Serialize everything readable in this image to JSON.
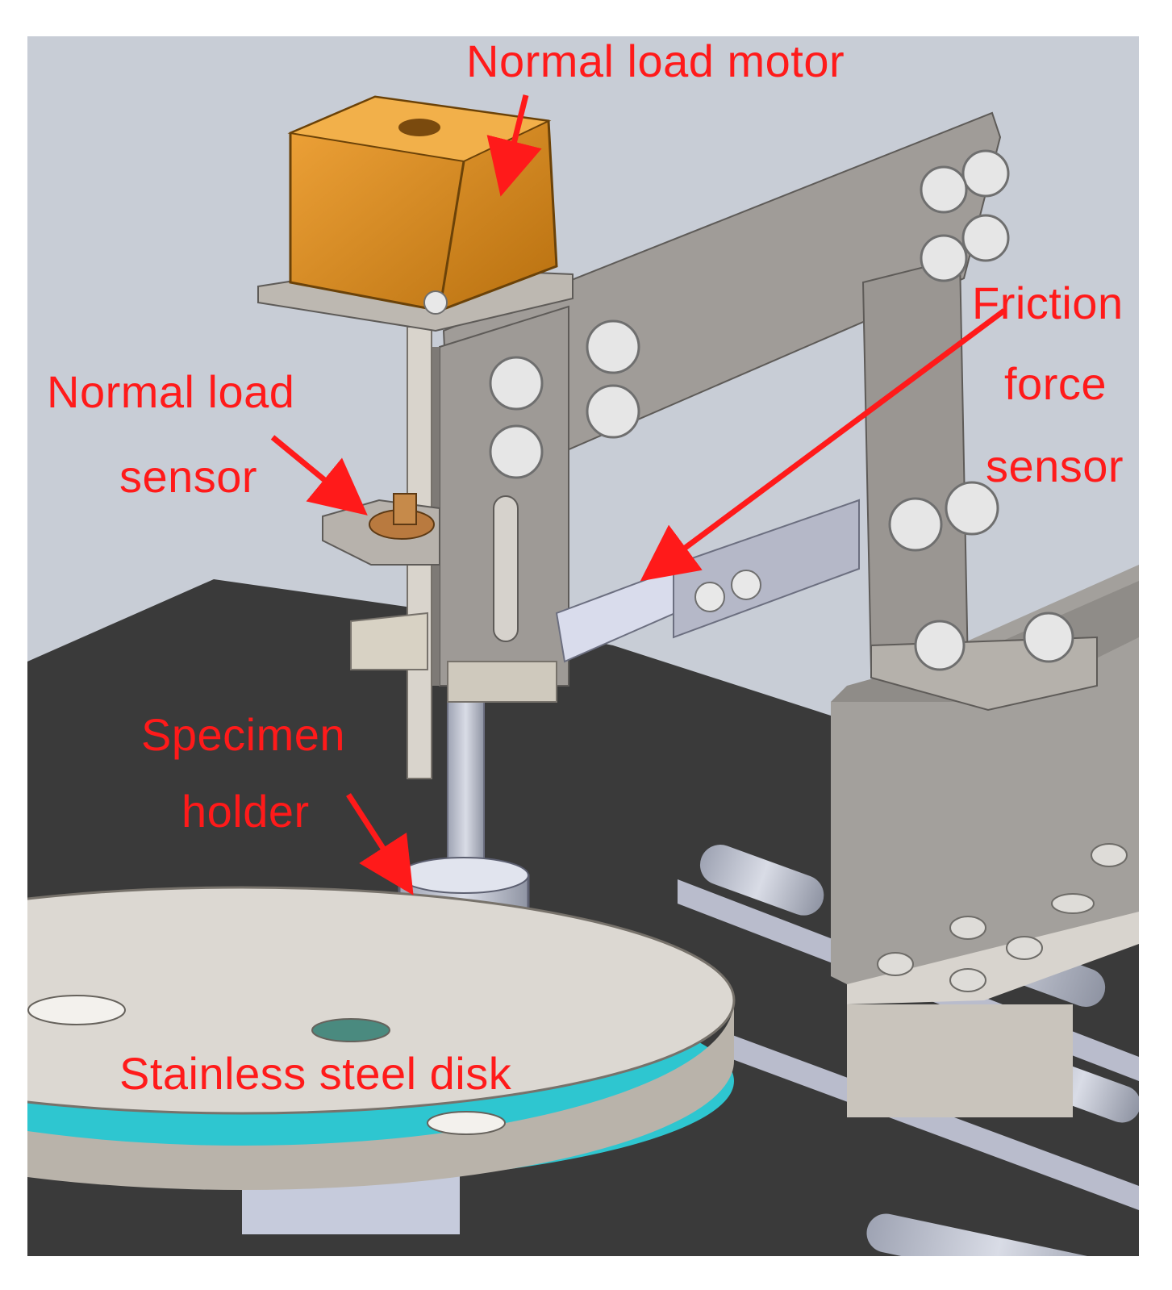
{
  "figure": {
    "labels": {
      "motor": "Normal load motor",
      "load_sensor_line1": "Normal load",
      "load_sensor_line2": "sensor",
      "friction_line1": "Friction",
      "friction_line2": "force",
      "friction_line3": "sensor",
      "holder_line1": "Specimen",
      "holder_line2": "holder",
      "disk": "Stainless steel disk"
    },
    "colors": {
      "annotation": "#ff1a1a",
      "background": "#c8cdd6",
      "table": "#3a3a3a",
      "bracket": "#a09c98",
      "motor": "#d88a1e",
      "disk": "#dcd8d2",
      "disk_rim": "#2ec6d0",
      "steel": "#c6cbdc"
    }
  }
}
